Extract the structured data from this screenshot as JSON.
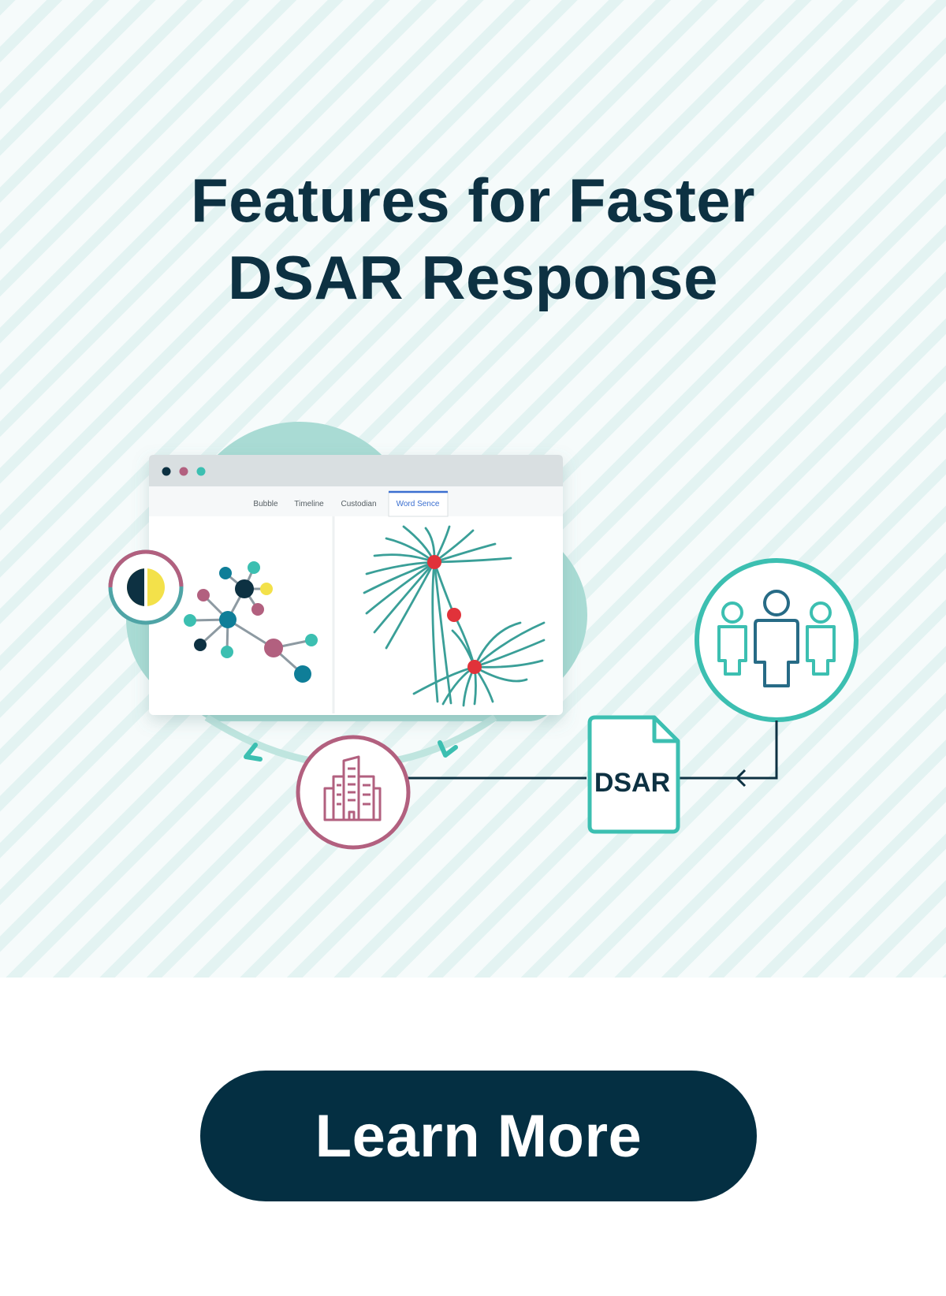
{
  "headline": {
    "line1": "Features for Faster",
    "line2": "DSAR Response"
  },
  "app_window": {
    "tabs": [
      {
        "label": "Bubble"
      },
      {
        "label": "Timeline"
      },
      {
        "label": "Custodian"
      },
      {
        "label": "Word Sence"
      }
    ],
    "active_tab": "Word Sence"
  },
  "document": {
    "label": "DSAR"
  },
  "cta": {
    "label": "Learn More"
  },
  "colors": {
    "navy": "#0d3142",
    "teal": "#3cbfb1",
    "magenta": "#b2607f",
    "yellow": "#f3e14a",
    "red": "#e1323a",
    "cta_background": "#042f42"
  }
}
